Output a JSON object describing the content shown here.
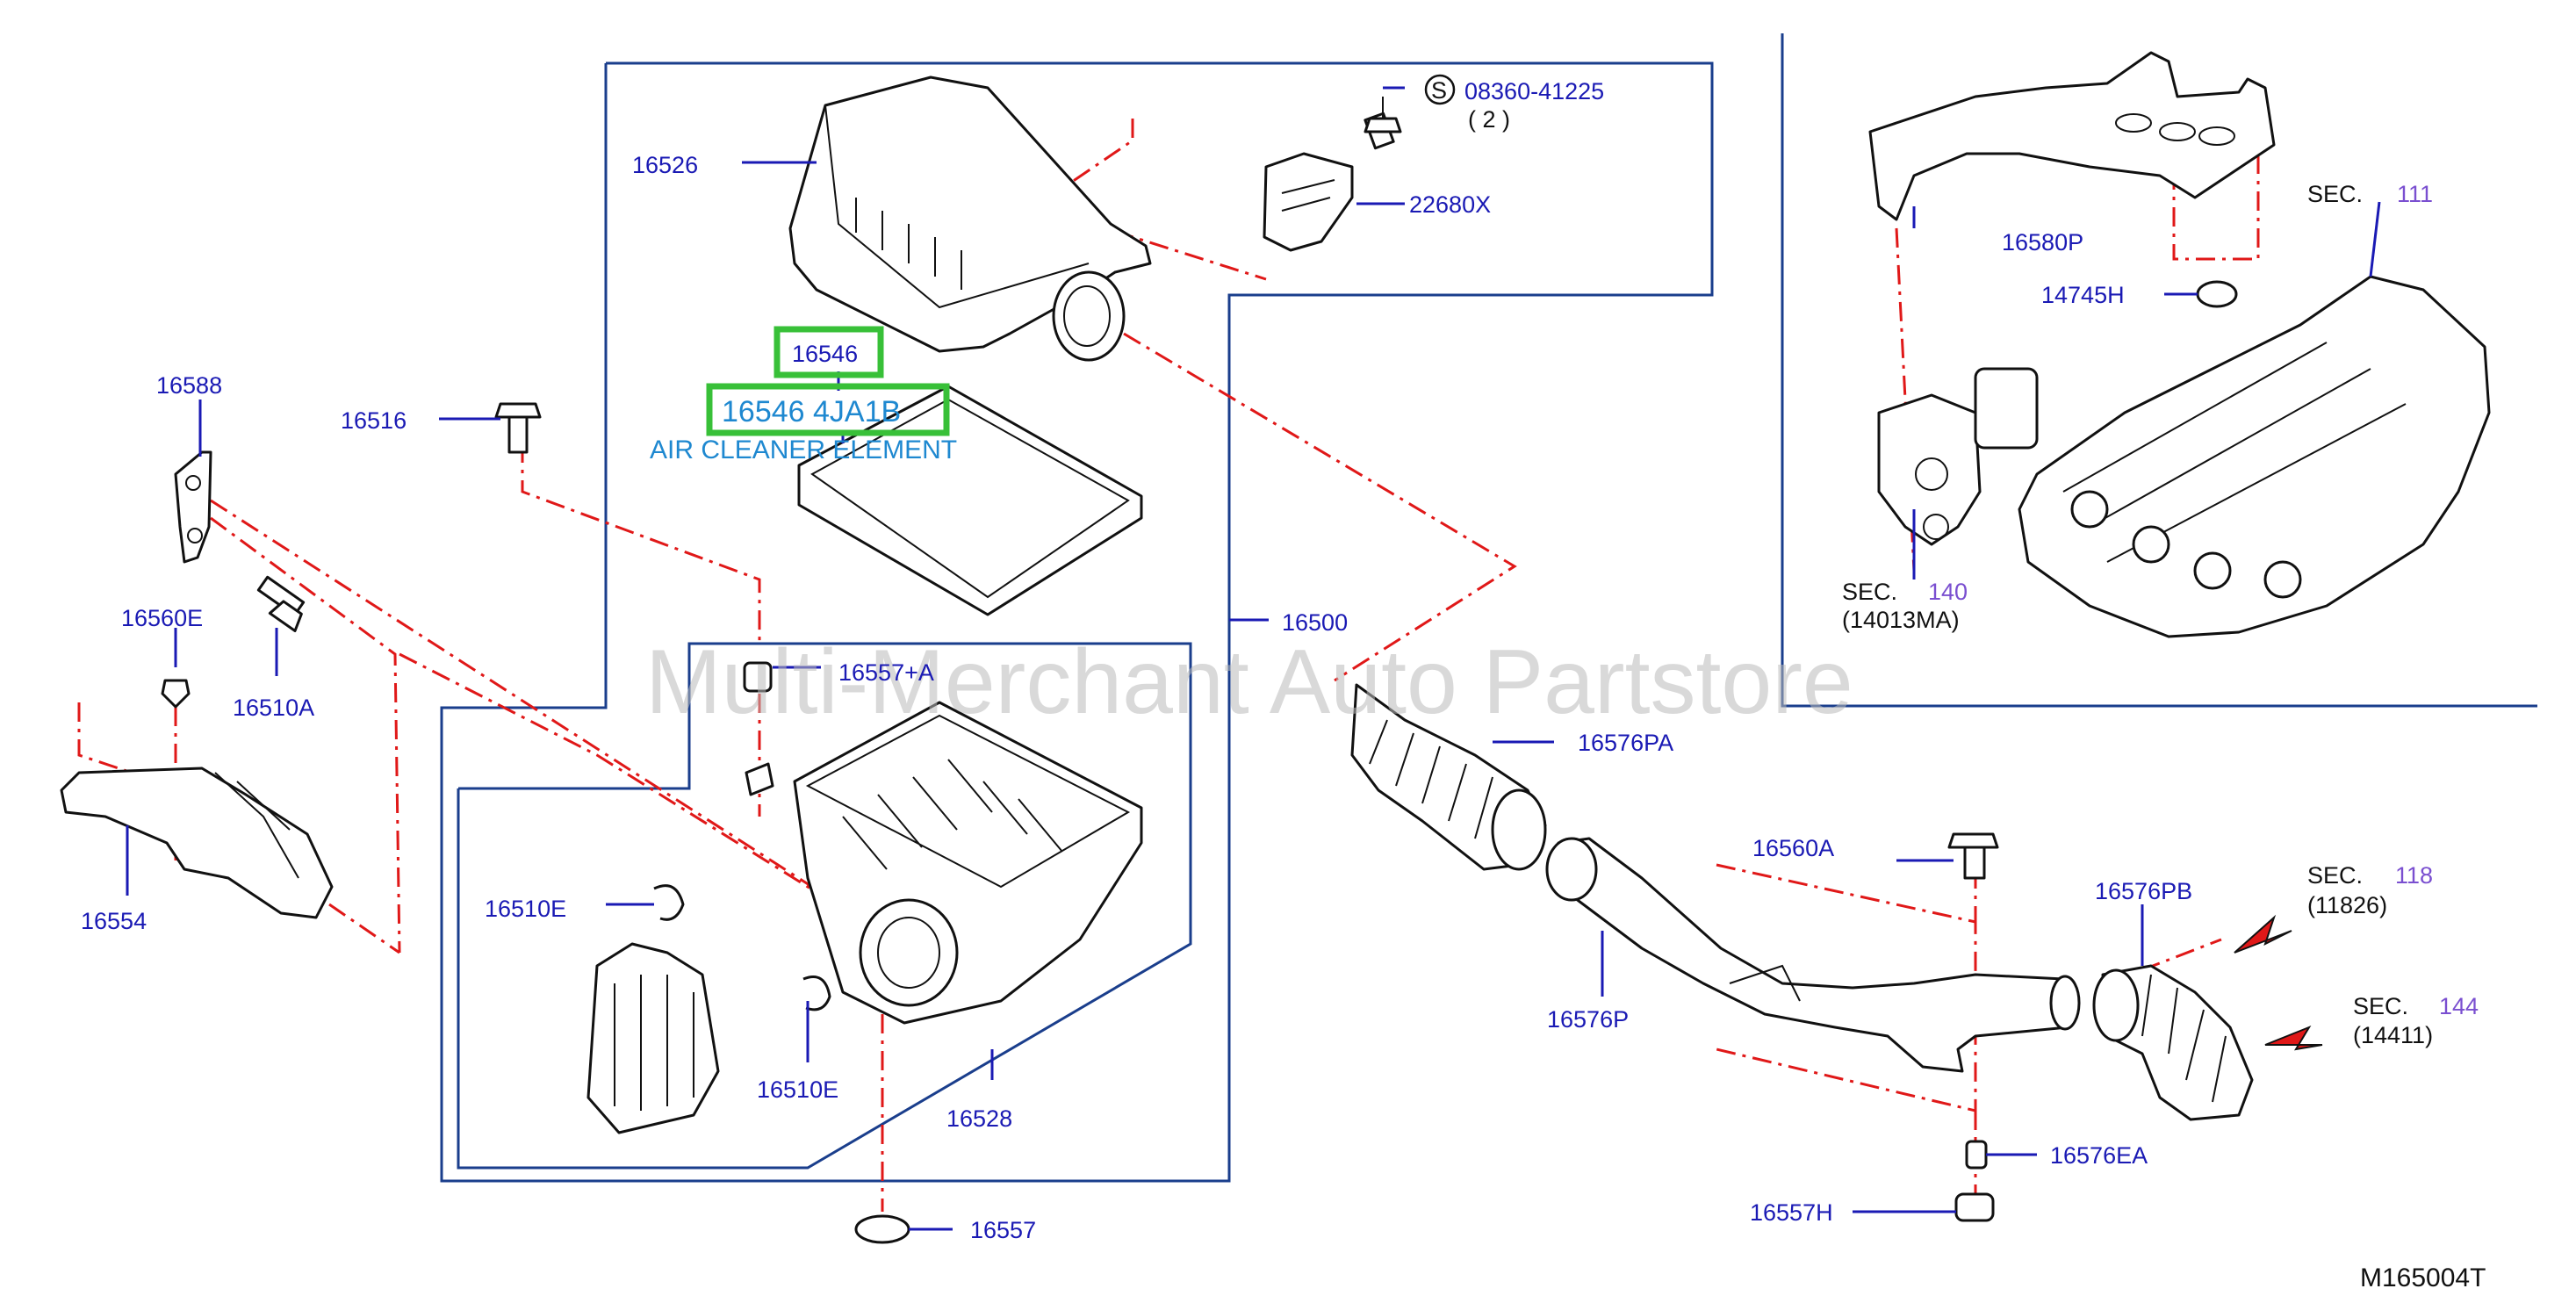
{
  "diagram": {
    "watermark": "Multi-Merchant Auto Partstore",
    "code": "M165004T",
    "highlight_part": "16546",
    "highlight_partno": "16546 4JA1B",
    "highlight_desc": "AIR CLEANER ELEMENT",
    "screw_s": "S",
    "screw_no": "08360-41225",
    "screw_qty": "( 2 )",
    "parts": {
      "p16526": "16526",
      "p22680X": "22680X",
      "p16588": "16588",
      "p16516": "16516",
      "p16560E": "16560E",
      "p16510A": "16510A",
      "p16557A": "16557+A",
      "p16554": "16554",
      "p16510E_a": "16510E",
      "p16510E_b": "16510E",
      "p16528": "16528",
      "p16557": "16557",
      "p16500": "16500",
      "p16576PA": "16576PA",
      "p16576P": "16576P",
      "p16560A": "16560A",
      "p16576PB": "16576PB",
      "p16576EA": "16576EA",
      "p16557H": "16557H",
      "p16580P": "16580P",
      "p14745H": "14745H"
    },
    "sections": {
      "s111_label": "SEC.",
      "s111_num": "111",
      "s140_label": "SEC.",
      "s140_num": "140",
      "s140_sub": "(14013MA)",
      "s118_label": "SEC.",
      "s118_num": "118",
      "s118_sub": "(11826)",
      "s144_label": "SEC.",
      "s144_num": "144",
      "s144_sub": "(14411)"
    }
  }
}
